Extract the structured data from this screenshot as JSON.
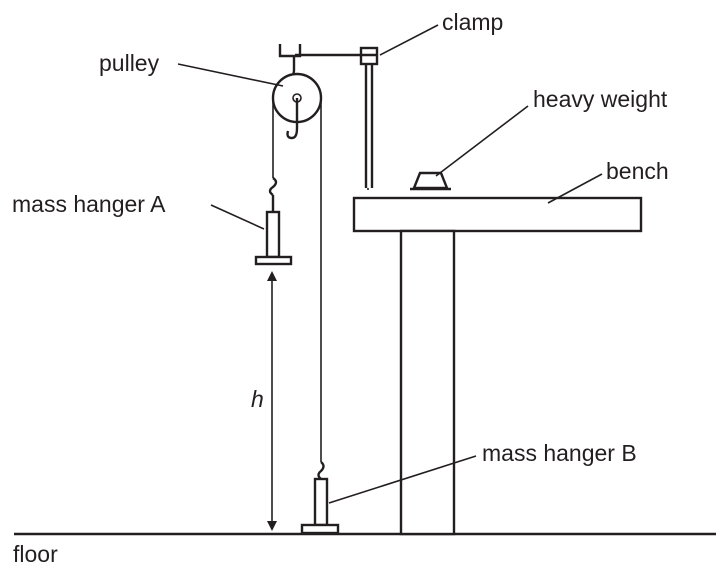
{
  "labels": {
    "clamp": "clamp",
    "pulley": "pulley",
    "heavy_weight": "heavy weight",
    "bench": "bench",
    "mass_hanger_a": "mass hanger A",
    "mass_hanger_b": "mass hanger B",
    "height": "h",
    "floor": "floor"
  },
  "colors": {
    "ink": "#231f20",
    "background": "#ffffff"
  }
}
